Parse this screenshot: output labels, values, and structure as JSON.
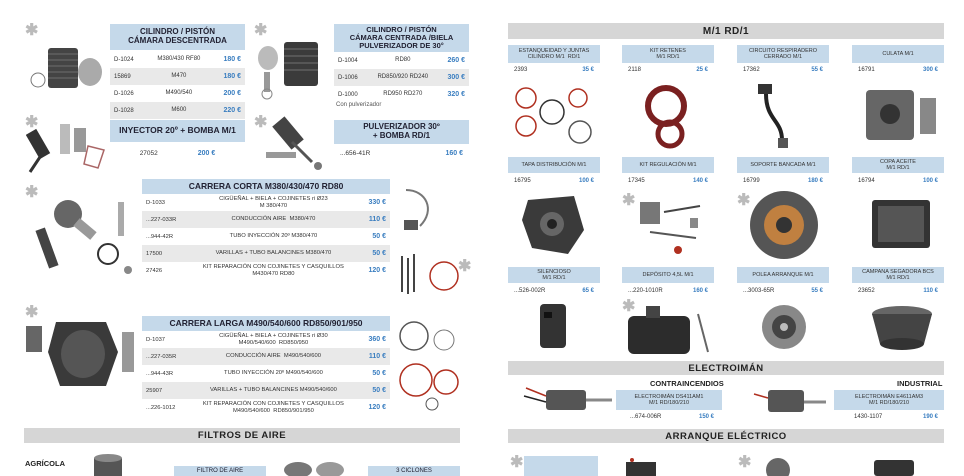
{
  "cil1": {
    "title": "CILINDRO / PISTÓN\nCÁMARA DESCENTRADA",
    "rows": [
      [
        "D-1024",
        "M380/430 RF80",
        "180 €"
      ],
      [
        "15869",
        "M470",
        "180 €"
      ],
      [
        "D-1026",
        "M490/540",
        "200 €"
      ],
      [
        "D-1028",
        "M600",
        "220 €"
      ]
    ]
  },
  "cil2": {
    "title": "CILINDRO / PISTÓN\nCÁMARA CENTRADA /BIELA\nPULVERIZADOR DE 30°",
    "rows": [
      [
        "D-1004",
        "RD80",
        "260 €"
      ],
      [
        "D-1006",
        "RD850/920 RD240",
        "300 €"
      ],
      [
        "D-1000",
        "RD950 RD270",
        "320 €"
      ]
    ],
    "note": "Con pulverizador"
  },
  "iny": {
    "title": "INYECTOR 20º + BOMBA  M/1",
    "code": "27052",
    "price": "200 €"
  },
  "pulv": {
    "title": "PULVERIZADOR 30º\n+ BOMBA RD/1",
    "code": "...656-41R",
    "price": "160 €"
  },
  "corta": {
    "title": "CARRERA CORTA M380/430/470 RD80",
    "rows": [
      [
        "D-1033",
        "CIGÜEÑAL + BIELA + COJINETES ri Ø23\nM 380/470",
        "330 €"
      ],
      [
        "...227-033R",
        "CONDUCCIÓN AIRE  M380/470",
        "110 €"
      ],
      [
        "...944-42R",
        "TUBO INYECCIÓN 20º M380/470",
        "50 €"
      ],
      [
        "17500",
        "VARILLAS + TUBO BALANCINES M380/470",
        "50 €"
      ],
      [
        "27426",
        "KIT REPARACIÓN CON COJINETES Y CASQUILLOS\nM430/470 RD80",
        "120 €"
      ]
    ]
  },
  "larga": {
    "title": "CARRERA LARGA M490/540/600 RD850/901/950",
    "rows": [
      [
        "D-1037",
        "CIGÜEÑAL + BIELA + COJINETES ri Ø30\nM490/540/600  RD850/950",
        "360 €"
      ],
      [
        "...227-035R",
        "CONDUCCIÓN AIRE  M490/540/600",
        "110 €"
      ],
      [
        "...944-43R",
        "TUBO INYECCIÓN 20º M490/540/600",
        "50 €"
      ],
      [
        "25907",
        "VARILLAS + TUBO BALANCINES M490/540/600",
        "50 €"
      ],
      [
        "...226-1012",
        "KIT REPARACIÓN CON COJINETES Y CASQUILLOS\nM490/540/600  RD850/901/950",
        "120 €"
      ]
    ]
  },
  "filtros": {
    "title": "FILTROS DE AIRE",
    "sub": "AGRÍCOLA",
    "f1": "FILTRO DE AIRE",
    "f2": "3 CICLONES"
  },
  "m1": {
    "title": "M/1 RD/1"
  },
  "items": [
    {
      "t": "ESTANQUEIDAD Y JUNTAS\nCILINDRO M/1  RD/1",
      "c": "2393",
      "p": "35 €"
    },
    {
      "t": "KIT RETENES\nM/1 RD/1",
      "c": "2118",
      "p": "25 €"
    },
    {
      "t": "CIRCUITO RESPIRADERO\nCERRADO M/1",
      "c": "17362",
      "p": "55 €"
    },
    {
      "t": "CULATA M/1",
      "c": "16791",
      "p": "300 €"
    },
    {
      "t": "TAPA DISTRIBUCIÓN M/1",
      "c": "16795",
      "p": "100 €"
    },
    {
      "t": "KIT REGULACIÓN M/1",
      "c": "17345",
      "p": "140 €"
    },
    {
      "t": "SOPORTE BANCADA M/1",
      "c": "16799",
      "p": "180 €"
    },
    {
      "t": "COPA ACEITE\nM/1 RD/1",
      "c": "16794",
      "p": "100 €"
    },
    {
      "t": "SILENCIOSO\nM/1 RD/1",
      "c": "...526-002R",
      "p": "65 €"
    },
    {
      "t": "DEPÓSITO 4,5L M/1",
      "c": "...220-1010R",
      "p": "160 €"
    },
    {
      "t": "POLEA ARRANQUE M/1",
      "c": "...3003-65R",
      "p": "55 €"
    },
    {
      "t": "CAMPANA SEGADORA BCS\nM/1 RD/1",
      "c": "23652",
      "p": "110 €"
    }
  ],
  "electro": {
    "title": "ELECTROIMÁN",
    "sub1": "CONTRAINCENDIOS",
    "sub2": "INDUSTRIAL",
    "e1": {
      "t": "ELECTROIMÁN DS411AM1\nM/1 RD/180/210",
      "c": "...674-006R",
      "p": "150 €"
    },
    "e2": {
      "t": "ELECTROIMÁN E4611AM3\nM/1 RD/180/210",
      "c": "1430-1107",
      "p": "190 €"
    }
  },
  "arranque": {
    "title": "ARRANQUE ELÉCTRICO"
  },
  "star": "✱",
  "colors": {
    "accent": "#3a7ec0",
    "header": "#c5d9ea",
    "band": "#d6d6d6"
  }
}
